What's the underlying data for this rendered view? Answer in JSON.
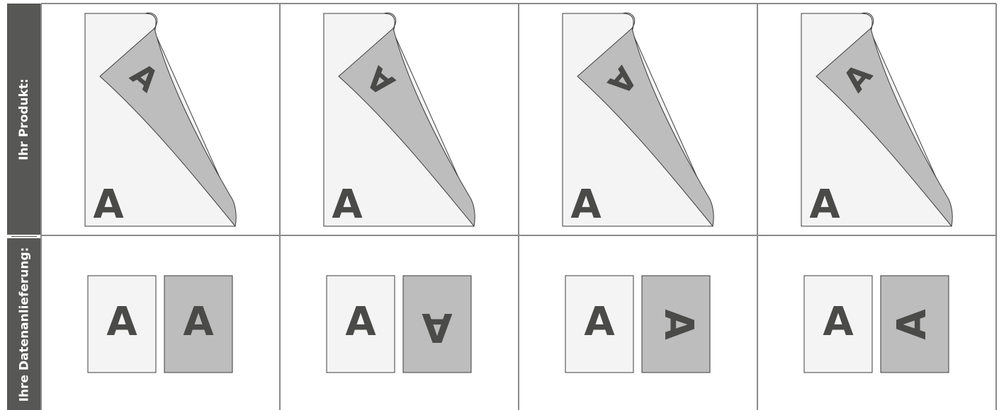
{
  "row_headers": {
    "product": "Ihr Produkt:",
    "data_delivery": "Ihre Datenanlieferung:"
  },
  "letter": "A",
  "colors": {
    "header_bg": "#575756",
    "grid_line": "#8a8a8a",
    "page_front": "#f4f4f4",
    "page_back": "#bcbdbc",
    "outline": "#3c3c3b",
    "glyph": "#4a4a49"
  },
  "columns": [
    {
      "name": "variant-1",
      "curl_letter_rotation_deg": 40,
      "back_page_rotation_deg": 0
    },
    {
      "name": "variant-2",
      "curl_letter_rotation_deg": 220,
      "back_page_rotation_deg": 180
    },
    {
      "name": "variant-3",
      "curl_letter_rotation_deg": 130,
      "back_page_rotation_deg": 90
    },
    {
      "name": "variant-4",
      "curl_letter_rotation_deg": 310,
      "back_page_rotation_deg": 270
    }
  ]
}
